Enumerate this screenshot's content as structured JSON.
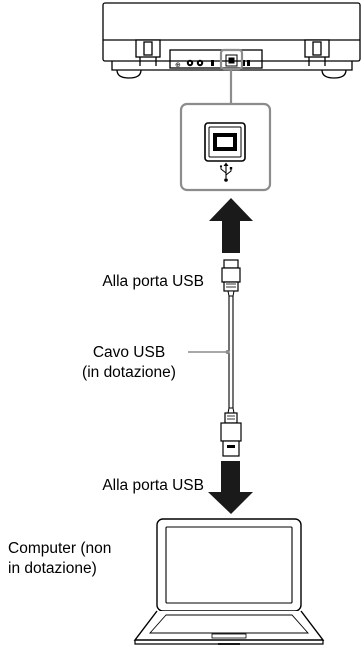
{
  "labels": {
    "top_port": "Alla porta USB",
    "cable": {
      "line1": "Cavo USB",
      "line2": "(in dotazione)"
    },
    "bottom_port": "Alla porta USB",
    "computer": {
      "line1": "Computer (non",
      "line2": "in dotazione)"
    }
  },
  "colors": {
    "line": "#000000",
    "callout_gray": "#8c8c8c",
    "fill_dark": "#1a1a1a",
    "background": "#ffffff"
  },
  "icons": {
    "usb_symbol": "usb-icon"
  }
}
